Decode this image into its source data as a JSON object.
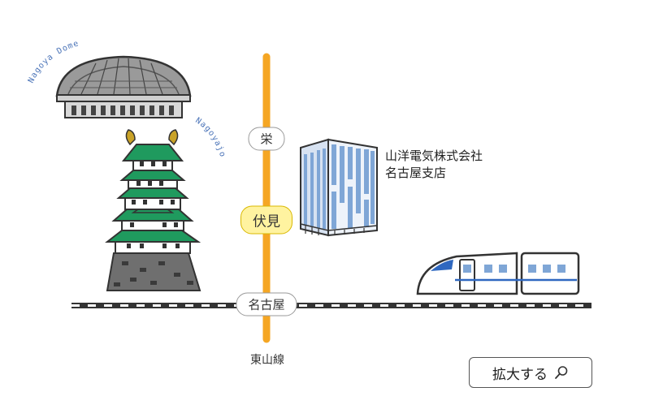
{
  "labels": {
    "nagoya_dome": "Nagoya Dome",
    "nagoyajo": "Nagoyajo"
  },
  "stations": {
    "sakae": "栄",
    "fushimi": "伏見",
    "nagoya": "名古屋"
  },
  "subway_line": "東山線",
  "destination": {
    "line1": "山洋電気株式会社",
    "line2": "名古屋支店"
  },
  "zoom_button": {
    "label": "拡大する",
    "icon": "magnifier-icon"
  },
  "colors": {
    "subway_line": "#f5a623",
    "castle_roof": "#1f9a5e",
    "current_station": "#fff3a0",
    "building_glass": "#7fa6d6",
    "train_stripe": "#2f68c0",
    "arc_text": "#4b74b8"
  }
}
